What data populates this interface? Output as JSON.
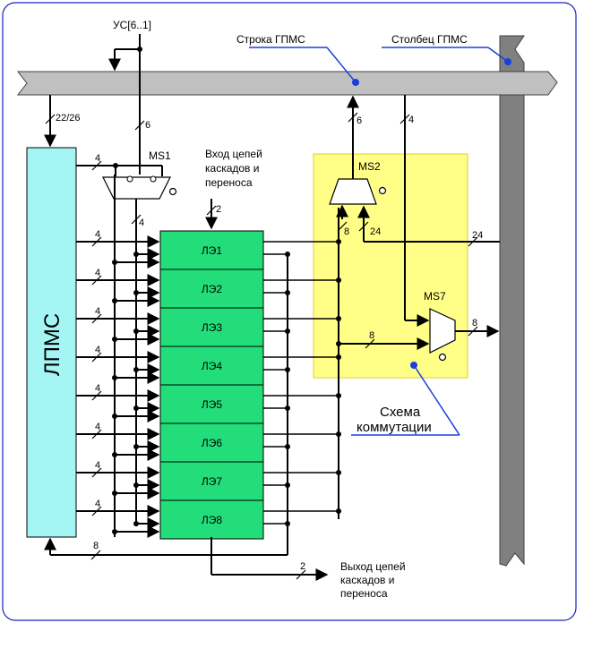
{
  "labels": {
    "us": "УС[6..1]",
    "row_gpms": "Строка ГПМС",
    "col_gpms": "Столбец ГПМС",
    "ms1": "MS1",
    "ms2": "MS2",
    "ms7": "MS7",
    "input_line1": "Вход цепей",
    "input_line2": "каскадов и",
    "input_line3": "переноса",
    "lpms": "ЛПМС",
    "scheme_line1": "Схема",
    "scheme_line2": "коммутации",
    "output_line1": "Выход цепей",
    "output_line2": "каскадов и",
    "output_line3": "переноса"
  },
  "le_blocks": [
    "ЛЭ1",
    "ЛЭ2",
    "ЛЭ3",
    "ЛЭ4",
    "ЛЭ5",
    "ЛЭ6",
    "ЛЭ7",
    "ЛЭ8"
  ],
  "bus_widths": {
    "lpms_in": "22/26",
    "us": "6",
    "ms1_in": "4",
    "ms1_out": "4",
    "le_in": "4",
    "cascade_in": "2",
    "ms2_out": "6",
    "ms2_in_le": "8",
    "ms2_in_col": "24",
    "col_tap": "24",
    "row_to_ms7": "4",
    "ms7_in": "8",
    "ms7_out": "8",
    "feedback": "8",
    "cascade_out": "2"
  },
  "colors": {
    "bus": "#c0c0c0",
    "lpms": "#a6f5f5",
    "le": "#22dd7a",
    "switch_area": "#ffff88",
    "column": "#808080",
    "frame": "#2020c0",
    "callout": "#1a3fe0"
  }
}
